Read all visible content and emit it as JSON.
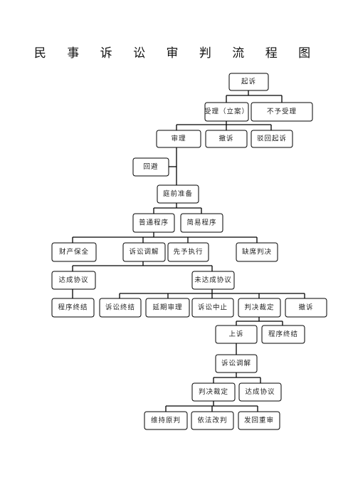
{
  "title": "民 事 诉 讼 审 判 流 程 图",
  "nodes": {
    "qisu": "起诉",
    "shouli": "受理（立案）",
    "buyushouli": "不予受理",
    "shenli": "审理",
    "chesu1": "撤诉",
    "bohuiqisu": "驳回起诉",
    "huibi": "回避",
    "tingqian": "庭前准备",
    "putong": "普通程序",
    "jianyi": "简易程序",
    "caichan": "财产保全",
    "tiaojie1": "诉讼调解",
    "xianyu": "先予执行",
    "quexi": "缺席判决",
    "dacheng1": "达成协议",
    "weidacheng": "未达成协议",
    "zhongjie1": "程序终结",
    "susongzhongjie": "诉讼终结",
    "yanqi": "延期审理",
    "zhongzhi": "诉讼中止",
    "panjue1": "判决裁定",
    "chesu2": "撤诉",
    "shangsu": "上诉",
    "zhongjie2": "程序终结",
    "tiaojie2": "诉讼调解",
    "panjue2": "判决裁定",
    "dacheng2": "达成协议",
    "weichi": "维持原判",
    "yifa": "依法改判",
    "fahui": "发回重审"
  }
}
